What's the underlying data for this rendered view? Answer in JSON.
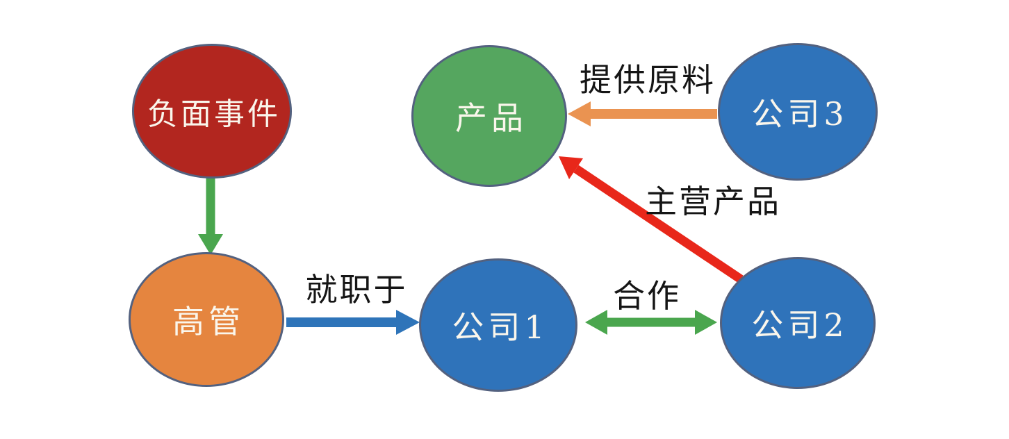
{
  "diagram": {
    "type": "knowledge-graph",
    "background_color": "#ffffff",
    "node_border_color": "#53617f",
    "node_text_color": "#faf6ec",
    "edge_label_color": "#151515",
    "nodes": [
      {
        "id": "negative-event",
        "label": "负面事件",
        "fill": "#b2261f",
        "shape": "ellipse"
      },
      {
        "id": "executive",
        "label": "高管",
        "fill": "#e5853f",
        "shape": "ellipse"
      },
      {
        "id": "product",
        "label": "产品",
        "fill": "#55a65f",
        "shape": "ellipse"
      },
      {
        "id": "company1",
        "label": "公司1",
        "fill": "#2f73ba",
        "shape": "ellipse"
      },
      {
        "id": "company2",
        "label": "公司2",
        "fill": "#2f73ba",
        "shape": "ellipse"
      },
      {
        "id": "company3",
        "label": "公司3",
        "fill": "#2f73ba",
        "shape": "ellipse"
      }
    ],
    "edges": [
      {
        "from": "负面事件",
        "to": "高管",
        "label": "",
        "color": "#4aa64e",
        "direction": "one-way"
      },
      {
        "from": "高管",
        "to": "公司1",
        "label": "就职于",
        "color": "#2e74b9",
        "direction": "one-way"
      },
      {
        "from": "公司1",
        "to": "公司2",
        "label": "合作",
        "color": "#4aa64e",
        "direction": "two-way"
      },
      {
        "from": "公司3",
        "to": "产品",
        "label": "提供原料",
        "color": "#ea9351",
        "direction": "one-way"
      },
      {
        "from": "公司2",
        "to": "产品",
        "label": "主营产品",
        "color": "#e8271a",
        "direction": "one-way"
      }
    ]
  }
}
